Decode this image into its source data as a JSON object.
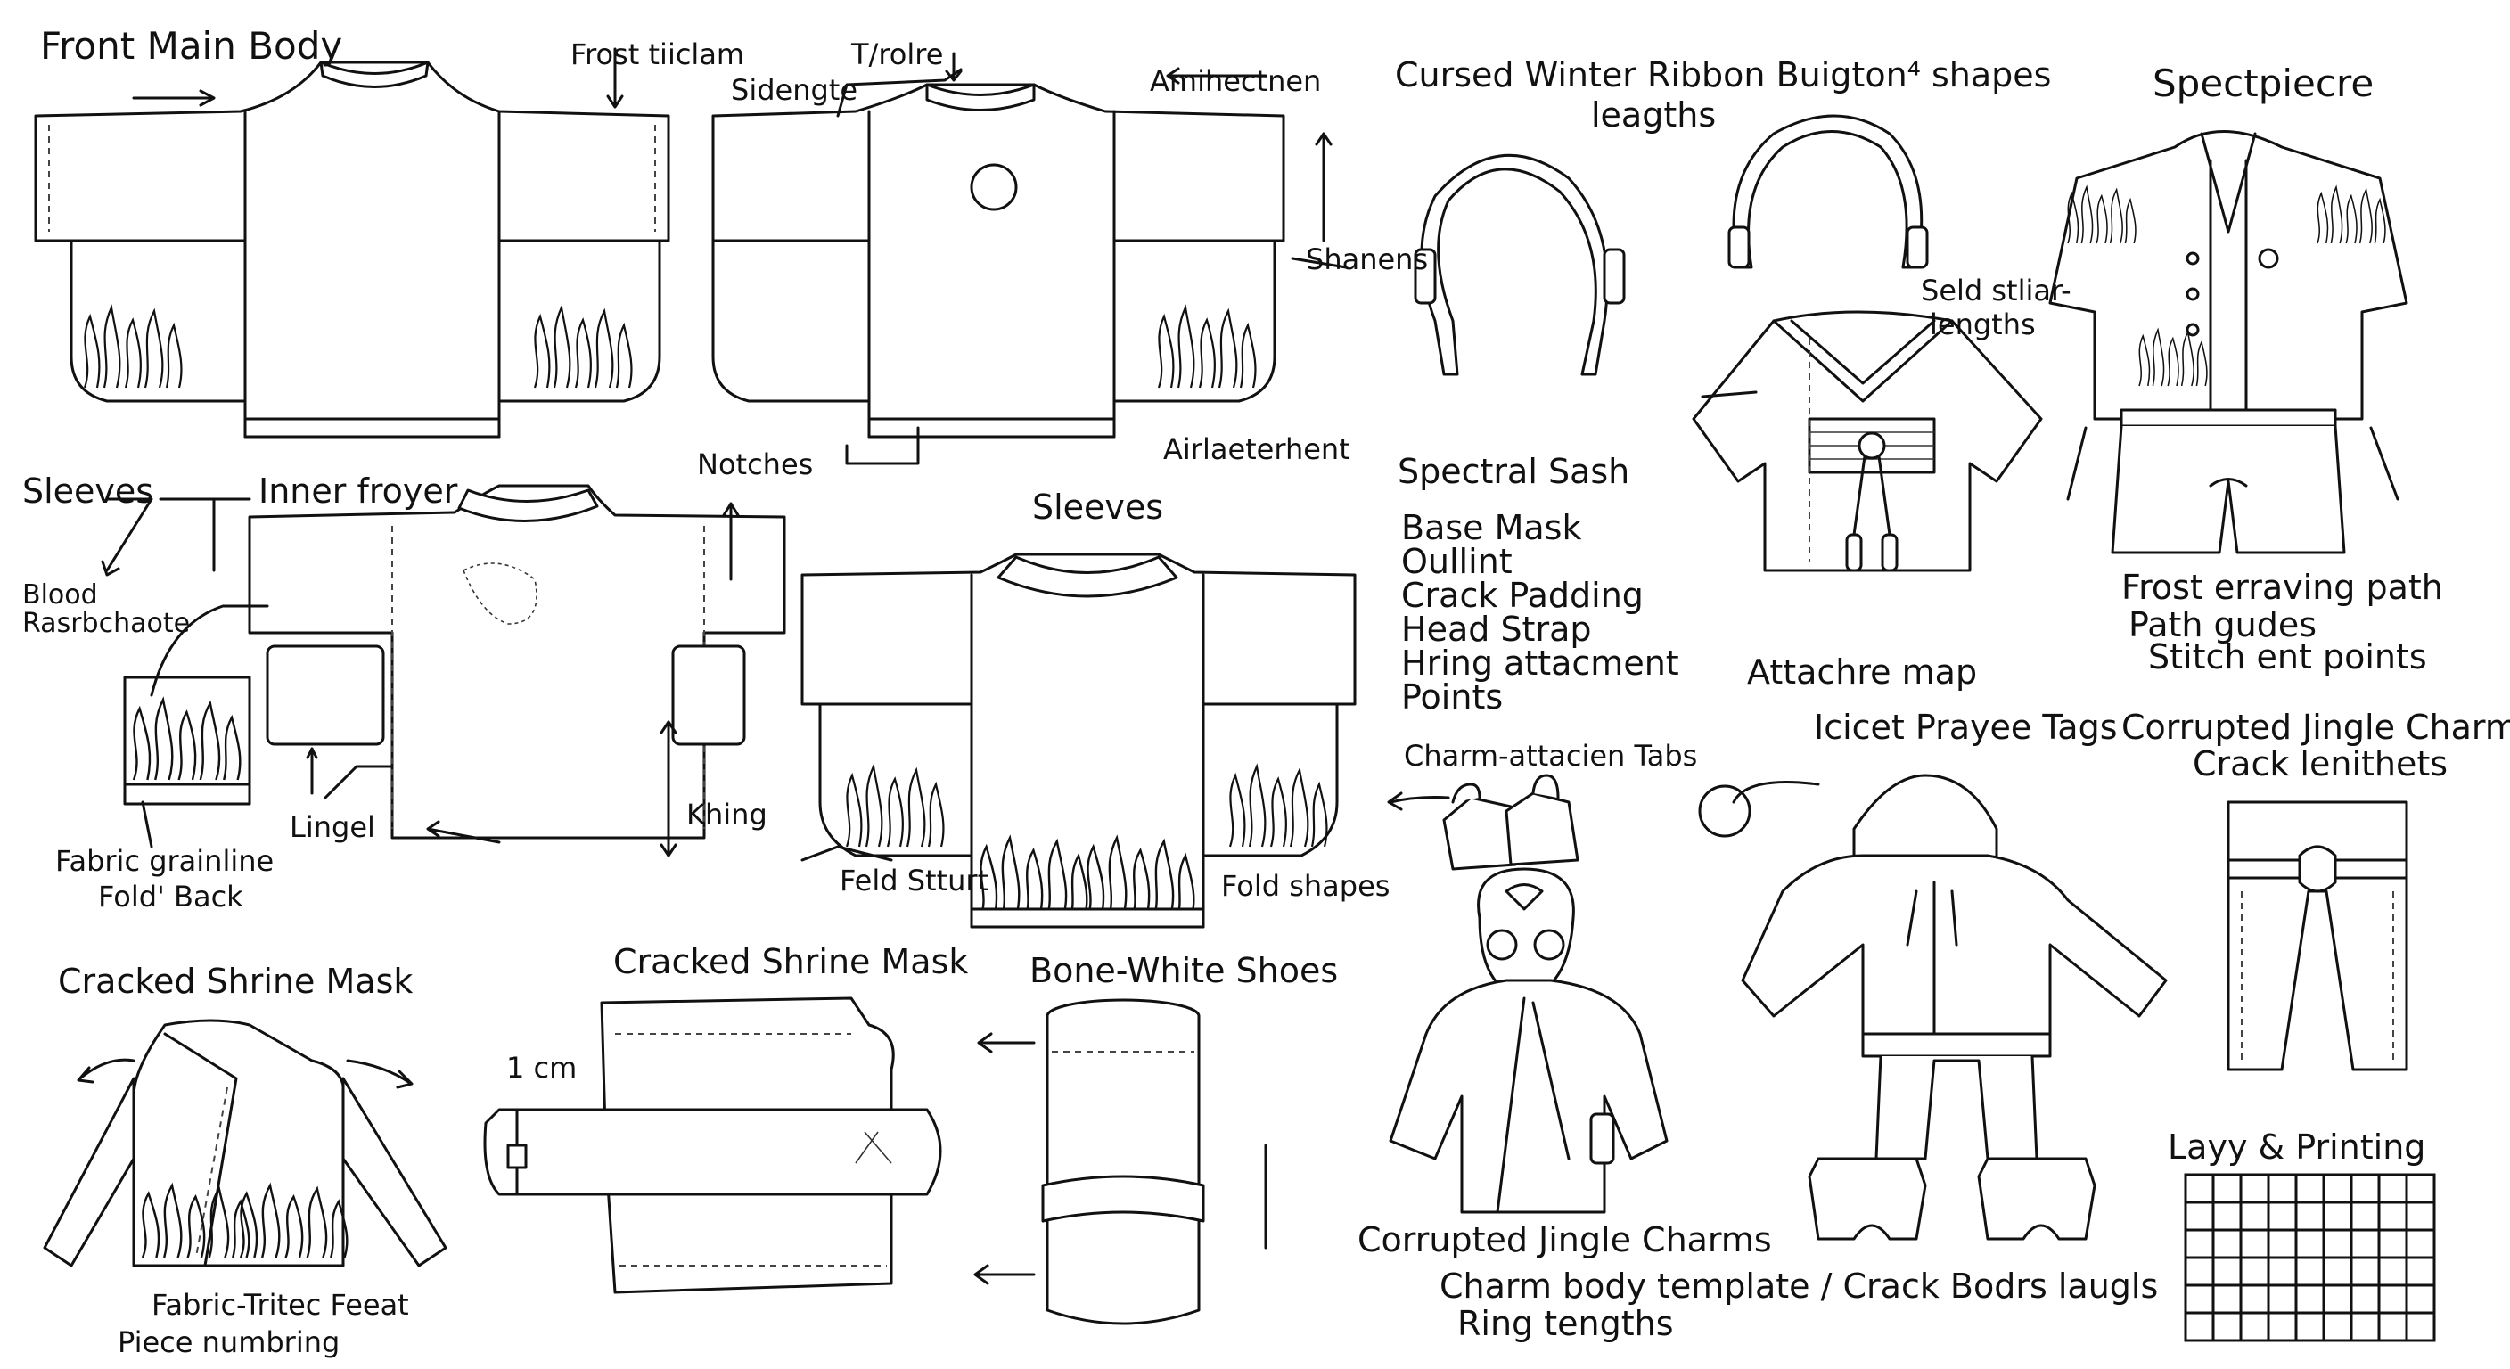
{
  "sheet": {
    "sections": {
      "front_main_body": {
        "title": "Front Main Body",
        "callouts": [
          "Frost tiiclam",
          "Sidengte",
          "T/rolre",
          "Amihectnen",
          "Shanens",
          "Airlaeterhent"
        ]
      },
      "sleeves_left": {
        "title": "Sleeves",
        "callouts": [
          "Inner froyer",
          "Notches",
          "Blood Rasrbchaote",
          "Lingel",
          "Khing",
          "Fabric grainline",
          "Fold' Back"
        ]
      },
      "sleeves_center": {
        "title": "Sleeves",
        "callouts": [
          "Feld Stturt",
          "Fold shapes"
        ]
      },
      "ribbon": {
        "title": "Cursed Winter Ribbon Buigton⁴ shapes",
        "subtitle": "leagths",
        "callouts": [
          "Seld stliar-",
          "lengths"
        ]
      },
      "spectpiecre": {
        "title": "Spectpiecre",
        "callouts": [
          "Frost erraving path",
          "Path gudes",
          "Stitch ent points"
        ]
      },
      "spectral_sash": {
        "title": "Spectral Sash",
        "items": [
          "Base Mask",
          "Oullint",
          "Crack Padding",
          "Head Strap",
          "Hring attacment",
          "Points"
        ]
      },
      "attach_map": {
        "title": "Attachre map",
        "callouts": [
          "Charm-attacien Tabs"
        ]
      },
      "prayer_tags": {
        "title": "Icicet Prayee Tags"
      },
      "jingle_charms_right": {
        "title": "Corrupted Jingle Charms",
        "subtitle": "Crack lenithets"
      },
      "cracked_mask_left": {
        "title": "Cracked Shrine Mask",
        "callouts": [
          "Fabric-Tritec Feeat",
          "Piece numbring"
        ]
      },
      "cracked_mask_center": {
        "title": "Cracked Shrine Mask",
        "callouts": [
          "1 cm"
        ]
      },
      "shoes": {
        "title": "Bone-White Shoes"
      },
      "jingle_charms_bottom": {
        "title": "Corrupted Jingle Charms",
        "callouts": [
          "Charm body template / Crack Bodrs laugls",
          "Ring tengths"
        ]
      },
      "layout": {
        "title": "Layy & Printing",
        "grid_cols": 9,
        "grid_rows": 6
      }
    },
    "colors": {
      "ink": "#111111",
      "paper": "#ffffff"
    }
  }
}
